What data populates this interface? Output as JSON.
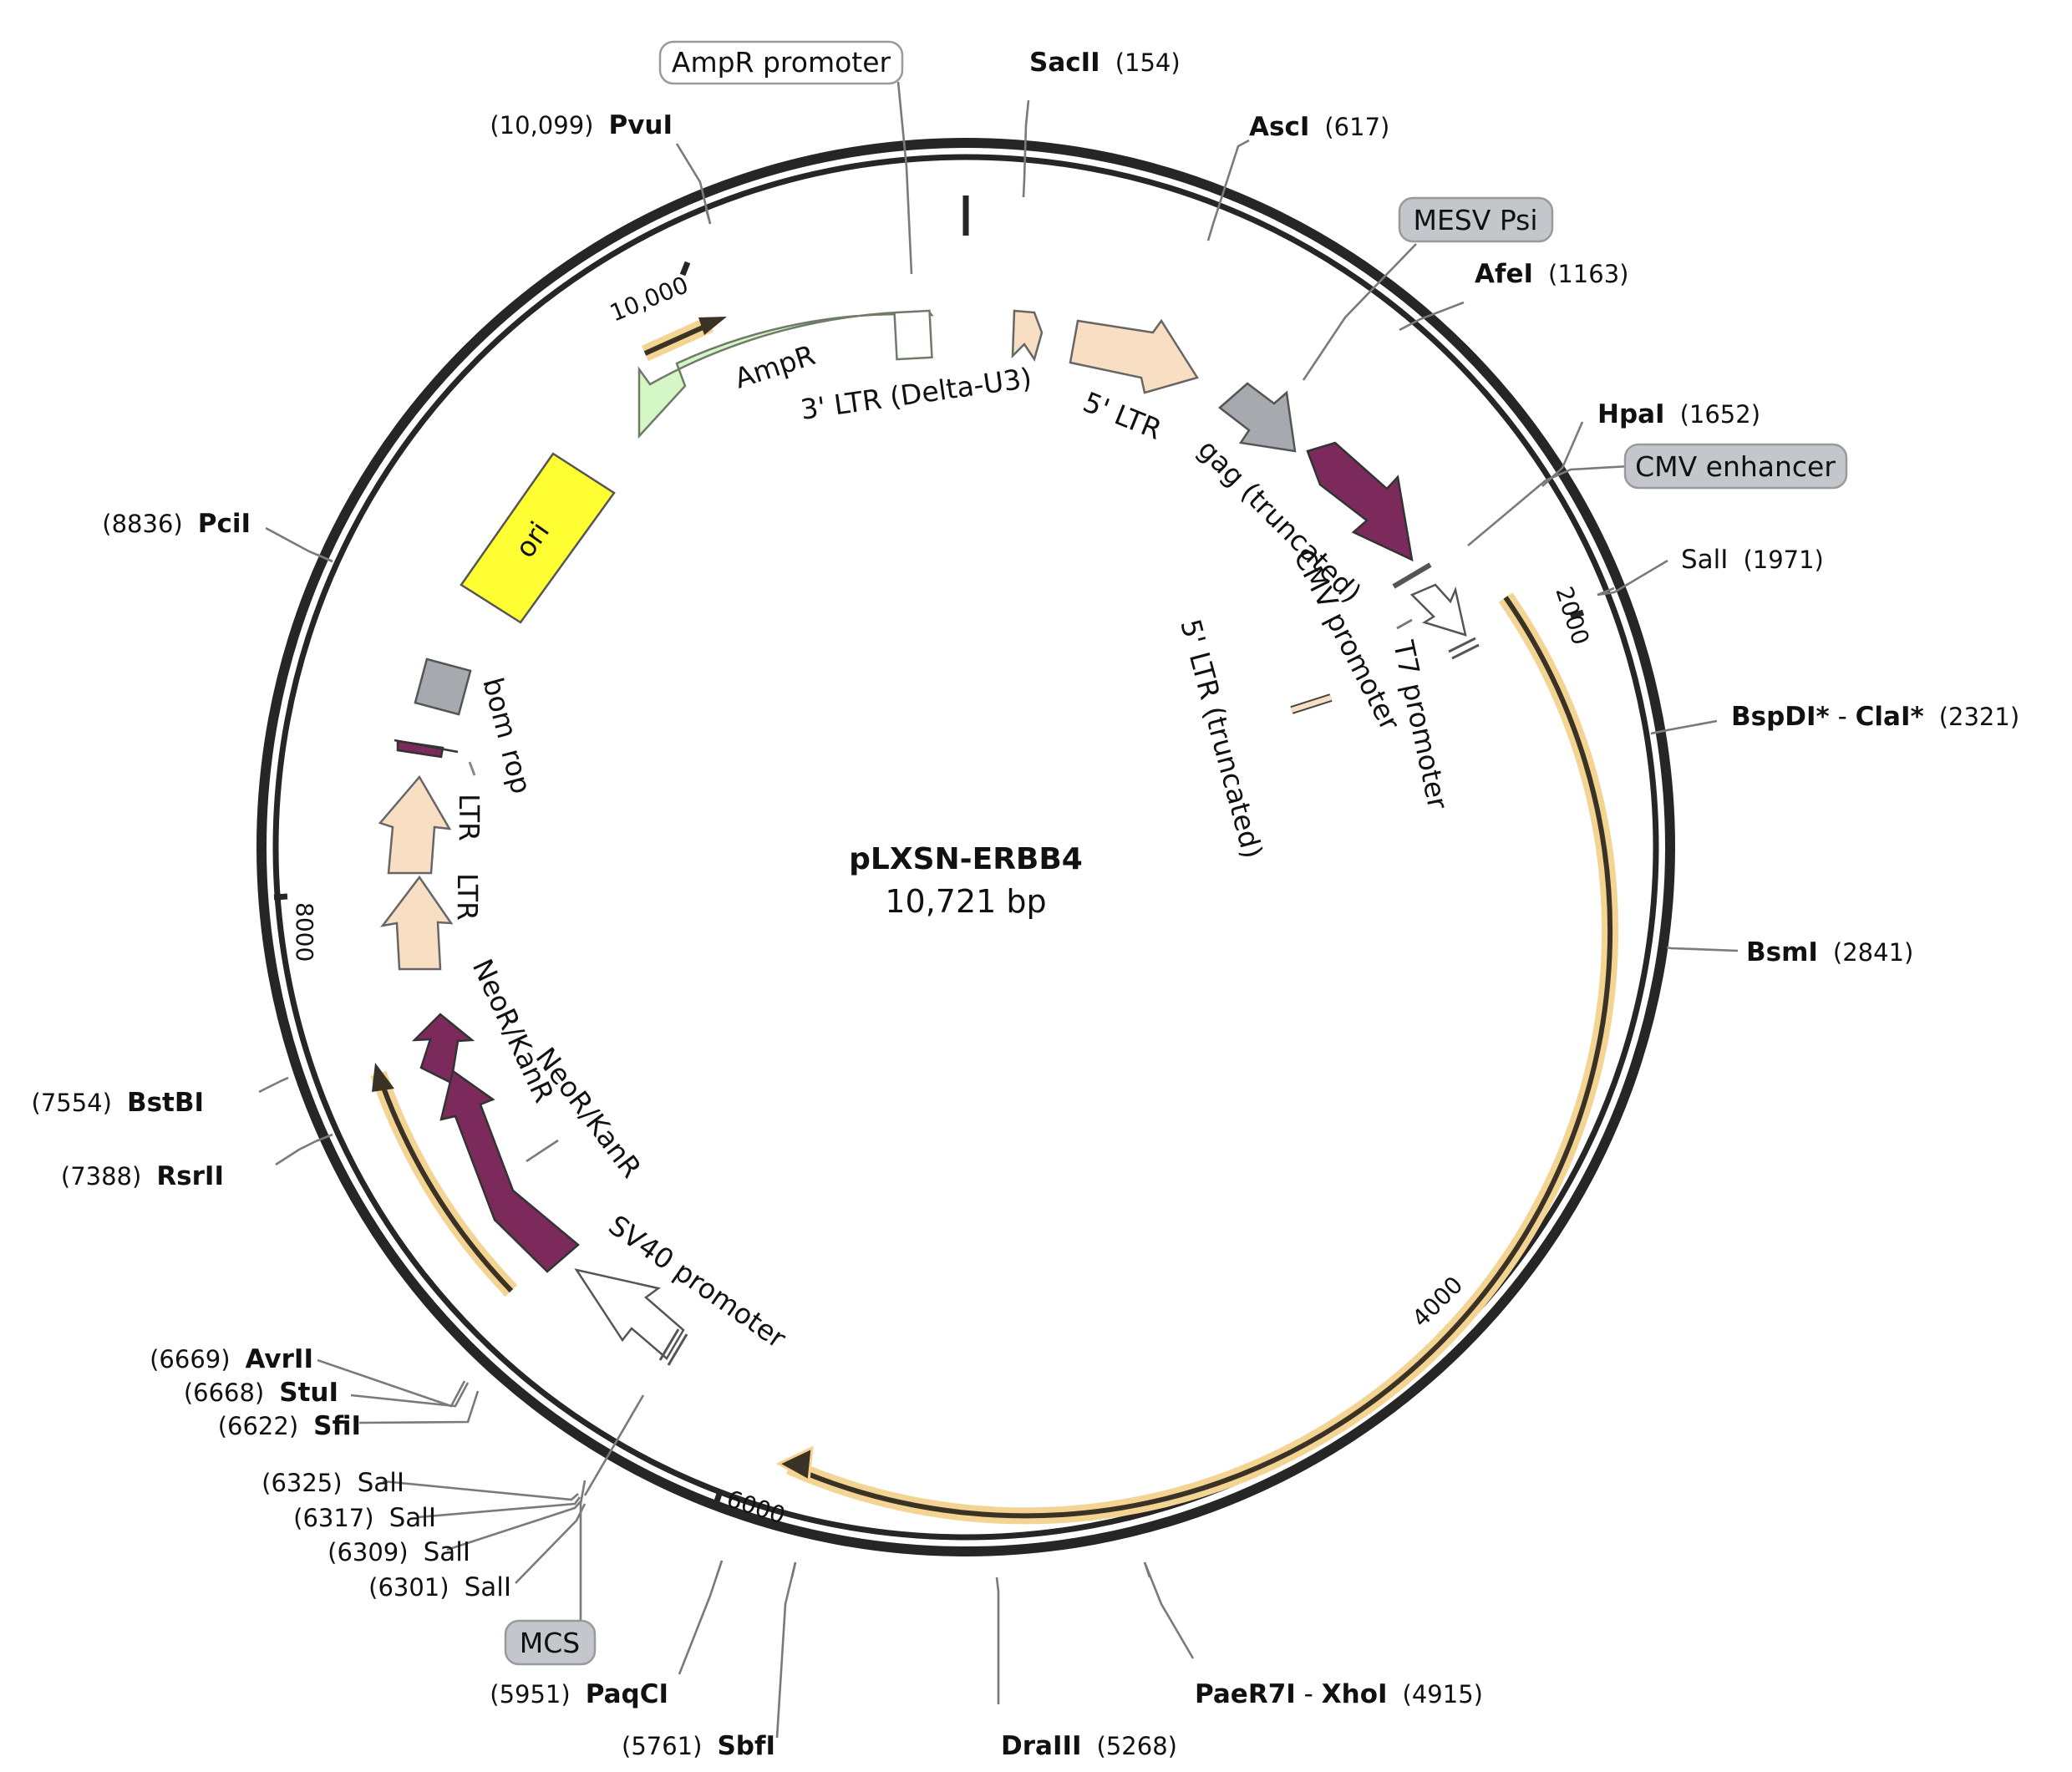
{
  "plasmid": {
    "name": "pLXSN-ERBB4",
    "length_label": "10,721 bp",
    "length_bp": 10721
  },
  "colors": {
    "backbone": "#262626",
    "leader": "#7a7a7a",
    "orf_highlight": "#f3d493",
    "ltr": "#f8dfc4",
    "ampr": "#d5f7c5",
    "ori": "#ffff33",
    "grey_feature": "#a6a9ad",
    "neor": "#7c2a5c",
    "promoter": "#ffffff",
    "label_box_grey": "#c3c6cb"
  },
  "ticks": [
    {
      "pos": 2000,
      "label": "2000"
    },
    {
      "pos": 4000,
      "label": "4000"
    },
    {
      "pos": 6000,
      "label": "6000"
    },
    {
      "pos": 8000,
      "label": "8000"
    },
    {
      "pos": 10000,
      "label": "10,000"
    }
  ],
  "sites": [
    {
      "name": "SacII",
      "pos": "(154)"
    },
    {
      "name": "AscI",
      "pos": "(617)"
    },
    {
      "name": "AfeI",
      "pos": "(1163)"
    },
    {
      "name": "HpaI",
      "pos": "(1652)"
    },
    {
      "name": "SalI",
      "pos": "(1971)"
    },
    {
      "name": "BspDI*",
      "pos": "(2321)",
      "name2": "ClaI*"
    },
    {
      "name": "BsmI",
      "pos": "(2841)"
    },
    {
      "name": "PaeR7I",
      "pos": "(4915)",
      "name2": "XhoI"
    },
    {
      "name": "DraIII",
      "pos": "(5268)"
    },
    {
      "name": "SbfI",
      "pos": "(5761)"
    },
    {
      "name": "PaqCI",
      "pos": "(5951)"
    },
    {
      "name": "SalI",
      "pos": "(6301)"
    },
    {
      "name": "SalI",
      "pos": "(6309)"
    },
    {
      "name": "SalI",
      "pos": "(6317)"
    },
    {
      "name": "SalI",
      "pos": "(6325)"
    },
    {
      "name": "SfiI",
      "pos": "(6622)"
    },
    {
      "name": "StuI",
      "pos": "(6668)"
    },
    {
      "name": "AvrII",
      "pos": "(6669)"
    },
    {
      "name": "RsrII",
      "pos": "(7388)"
    },
    {
      "name": "BstBI",
      "pos": "(7554)"
    },
    {
      "name": "PciI",
      "pos": "(8836)"
    },
    {
      "name": "PvuI",
      "pos": "(10,099)"
    }
  ],
  "boxed_labels": {
    "ampr_promoter": "AmpR promoter",
    "mesv_psi": "MESV Psi",
    "cmv_enhancer": "CMV enhancer",
    "mcs": "MCS"
  },
  "features": {
    "ampr": "AmpR",
    "ltr3": "3' LTR (Delta-U3)",
    "ltr5": "5' LTR",
    "gag": "gag (truncated)",
    "cmv_promoter": "CMV promoter",
    "t7_promoter": "T7 promoter",
    "ltr5_trunc": "5' LTR (truncated)",
    "ori": "ori",
    "bom": "bom",
    "rop": "rop",
    "ltr_a": "LTR",
    "ltr_b": "LTR",
    "neor_a": "NeoR/KanR",
    "neor_b": "NeoR/KanR",
    "sv40": "SV40 promoter"
  }
}
